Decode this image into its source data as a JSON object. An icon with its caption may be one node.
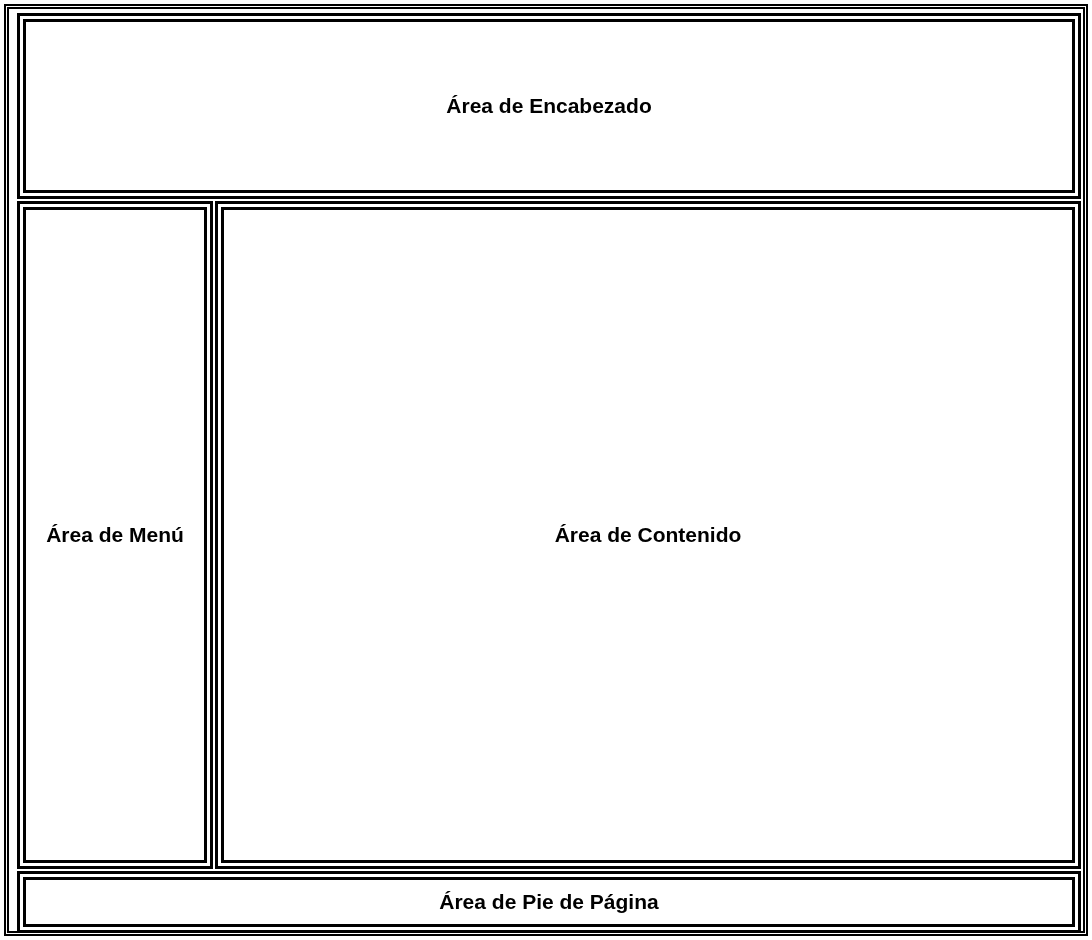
{
  "diagram": {
    "nodes": [
      {
        "text": [],
        "shape": "box"
      },
      {
        "text": [
          "Área de Encabezado"
        ],
        "in": 0
      },
      {
        "text": [
          "Área de Menú"
        ],
        "in": 0
      },
      {
        "text": [
          "Área de Contenido"
        ],
        "in": 0
      },
      {
        "text": [
          "Área de Pie de Página"
        ],
        "in": 0
      }
    ]
  }
}
